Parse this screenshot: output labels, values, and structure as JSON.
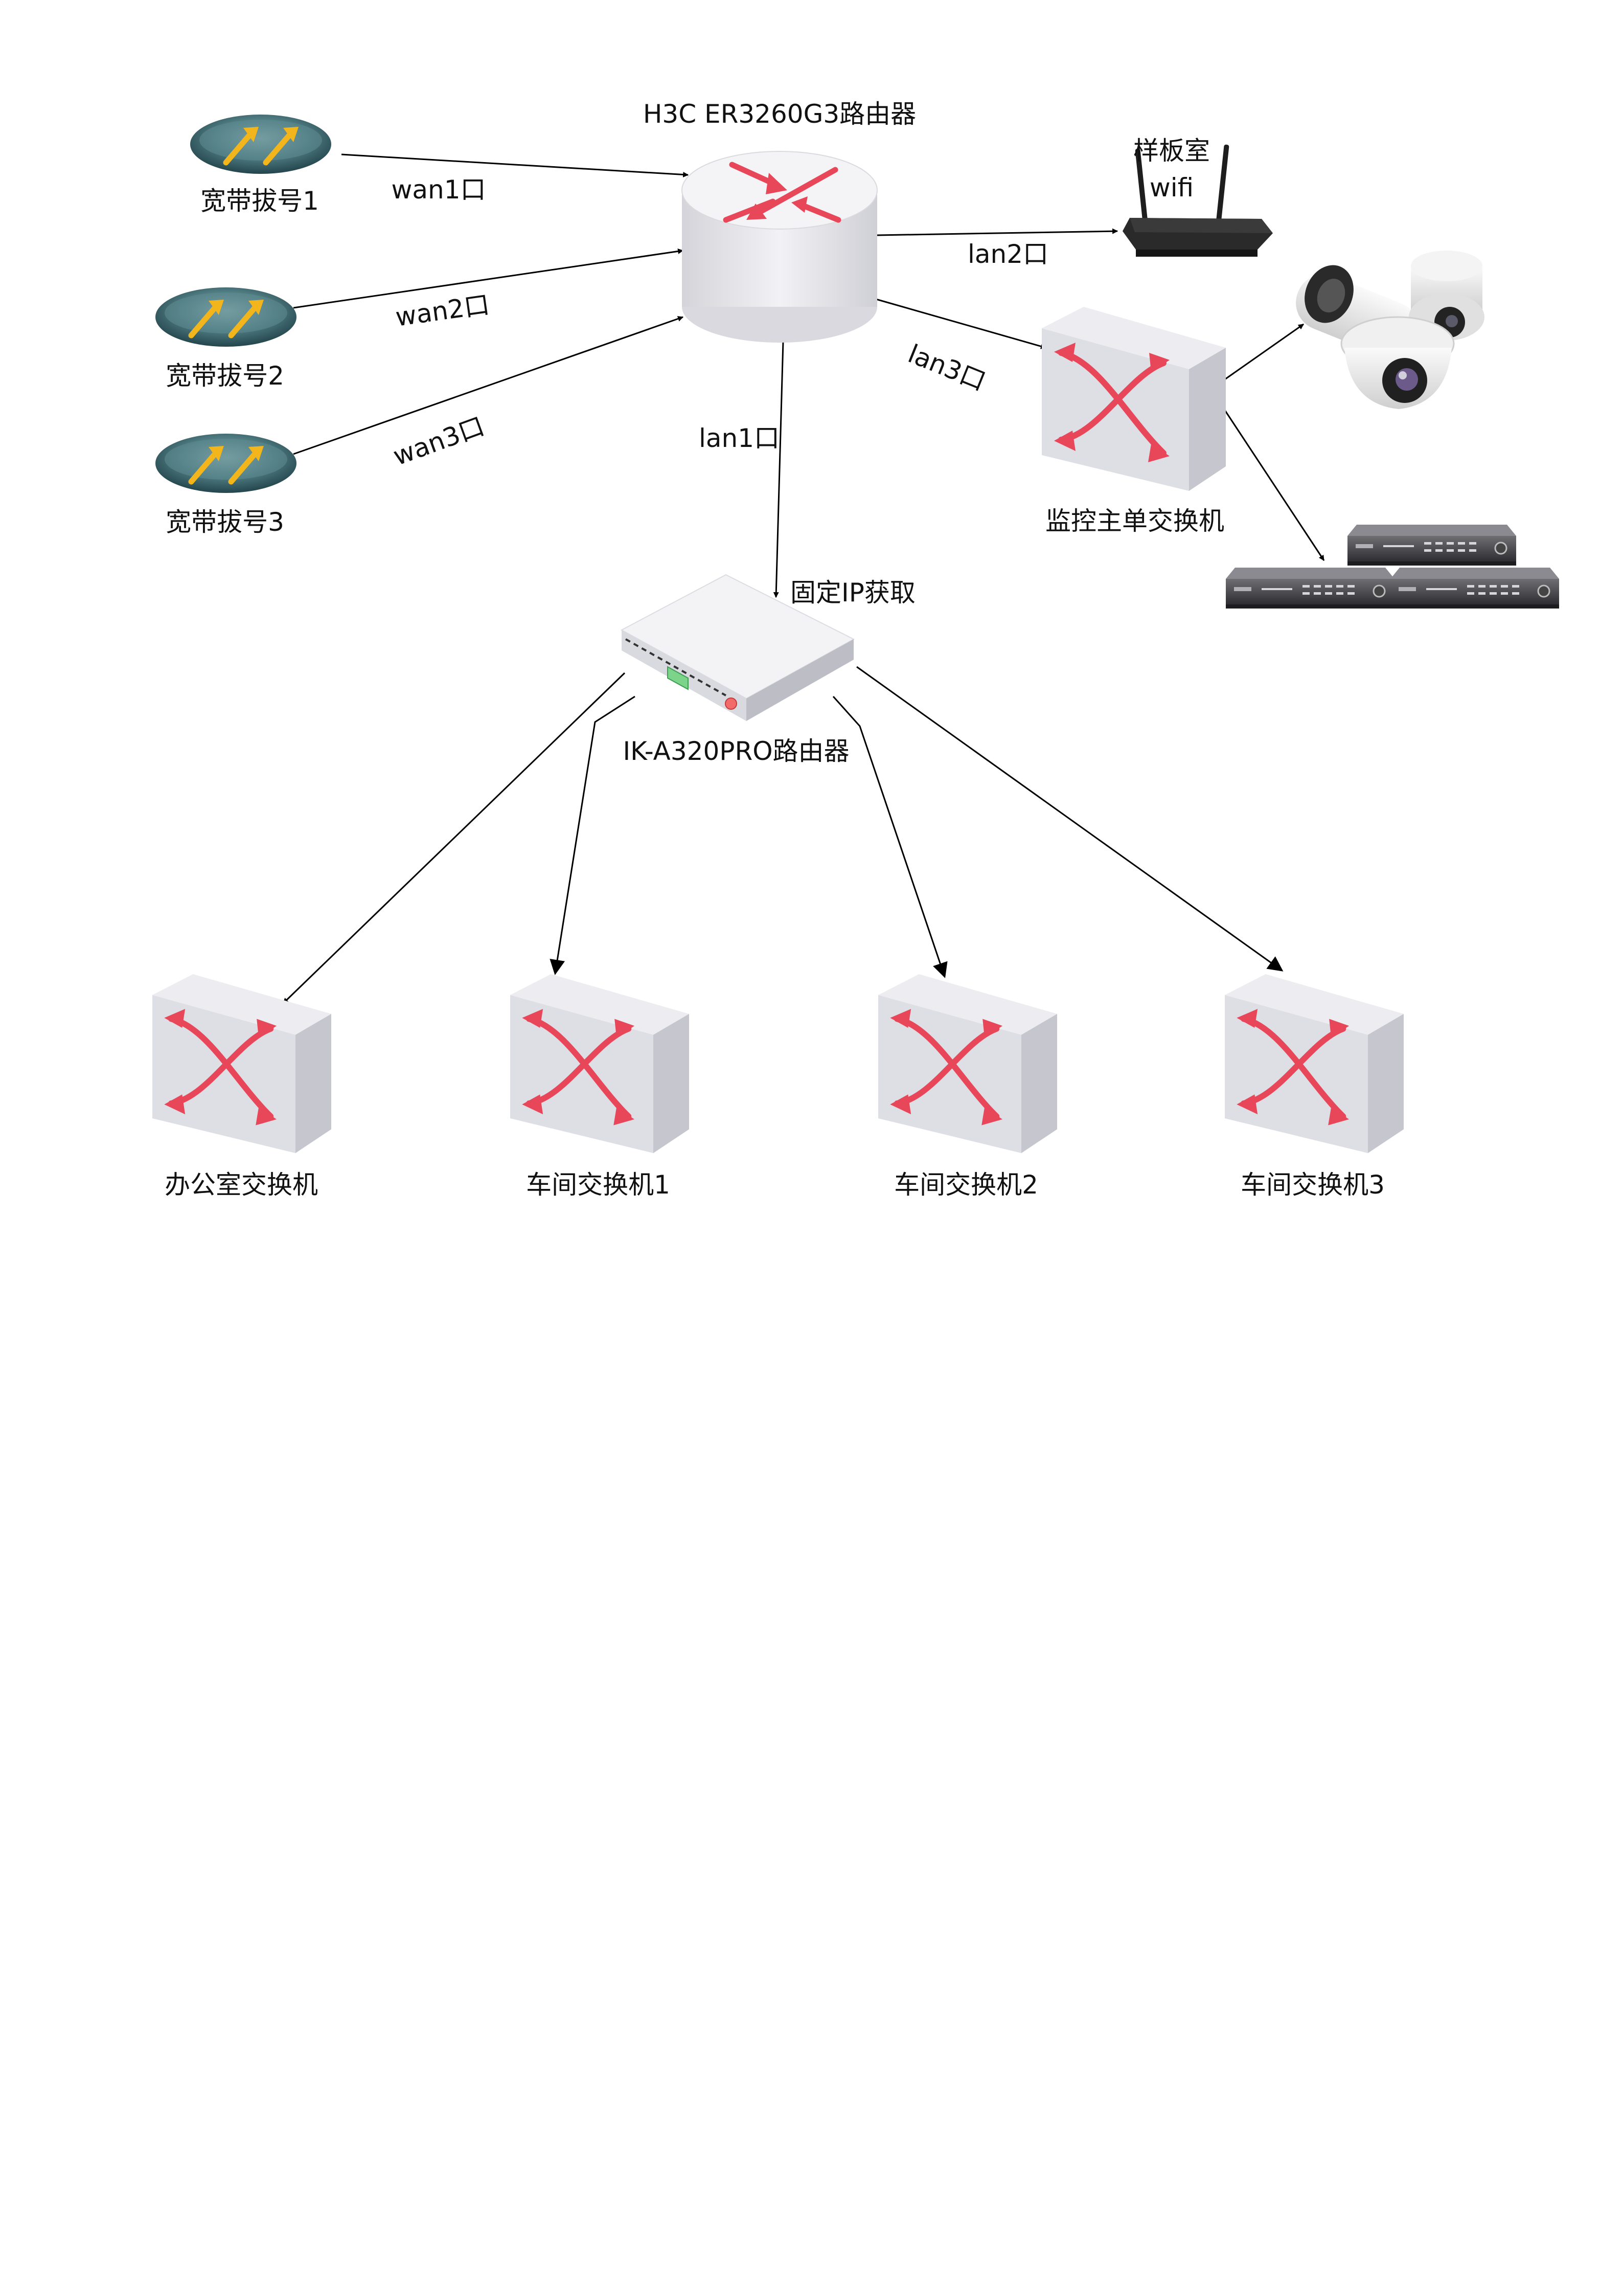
{
  "nodes": {
    "isp1": {
      "label": "宽带拔号1"
    },
    "isp2": {
      "label": "宽带拔号2"
    },
    "isp3": {
      "label": "宽带拔号3"
    },
    "core_router": {
      "label": "H3C ER3260G3路由器"
    },
    "wifi": {
      "label_line1": "样板室",
      "label_line2": "wifi"
    },
    "monitor_switch": {
      "label": "监控主单交换机"
    },
    "ik_router": {
      "label": "IK-A320PRO路由器"
    },
    "office_switch": {
      "label": "办公室交换机"
    },
    "ws1": {
      "label": "车间交换机1"
    },
    "ws2": {
      "label": "车间交换机2"
    },
    "ws3": {
      "label": "车间交换机3"
    }
  },
  "links": {
    "wan1": "wan1口",
    "wan2": "wan2口",
    "wan3": "wan3口",
    "lan1": "lan1口",
    "lan2": "lan2口",
    "lan3": "lan3口",
    "fixed_ip": "固定IP获取"
  },
  "colors": {
    "arrow_red": "#e8475a",
    "box_light": "#e3e3ea",
    "box_dark": "#c9c9d2",
    "isp_teal": "#3f6b72",
    "isp_yellow": "#f2b51c"
  }
}
